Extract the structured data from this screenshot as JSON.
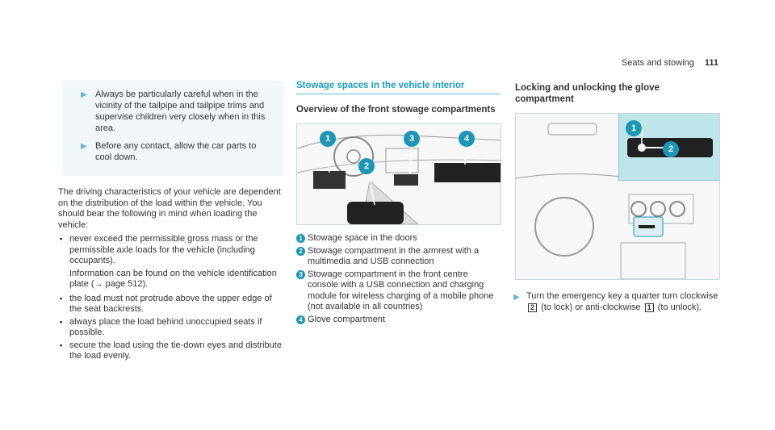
{
  "header": {
    "title": "Seats and stowing",
    "page": "111"
  },
  "col1": {
    "notes": [
      "Always be particularly careful when in the vicinity of the tailpipe and tailpipe trims and supervise children very closely when in this area.",
      "Before any contact, allow the car parts to cool down."
    ],
    "intro": "The driving characteristics of your vehicle are dependent on the distribution of the load within the vehicle. You should bear the following in mind when loading the vehicle:",
    "bullet1": "never exceed the permissible gross mass or the permissible axle loads for the vehicle (including occupants).",
    "bullet1_sub": "Information can be found on the vehicle identification plate (→ page 512).",
    "bullet2": "the load must not protrude above the upper edge of the seat backrests.",
    "bullet3": "always place the load behind unoccupied seats if possible.",
    "bullet4": "secure the load using the tie-down eyes and distribute the load evenly."
  },
  "col2": {
    "section_title": "Stowage spaces in the vehicle interior",
    "subheading": "Overview of the front stowage compartments",
    "callouts": [
      "1",
      "2",
      "3",
      "4"
    ],
    "legend": [
      {
        "num": "1",
        "text": "Stowage space in the doors"
      },
      {
        "num": "2",
        "text": "Stowage compartment in the armrest with a multimedia and USB connection"
      },
      {
        "num": "3",
        "text": "Stowage compartment in the front centre console with a USB connection and charging module for wireless charging of a mobile phone (not available in all countries)"
      },
      {
        "num": "4",
        "text": "Glove compartment"
      }
    ]
  },
  "col3": {
    "subheading": "Locking and unlocking the glove compartment",
    "callouts": [
      "1",
      "2"
    ],
    "action_a": "Turn the emergency key a quarter turn clockwise",
    "key2": "2",
    "action_b": "(to lock) or anti-clockwise",
    "key1": "1",
    "action_c": "(to unlock)."
  },
  "colors": {
    "accent": "#1d95b5",
    "note_bg": "#f1f6f9",
    "inset_bg": "#bfe4ea"
  }
}
